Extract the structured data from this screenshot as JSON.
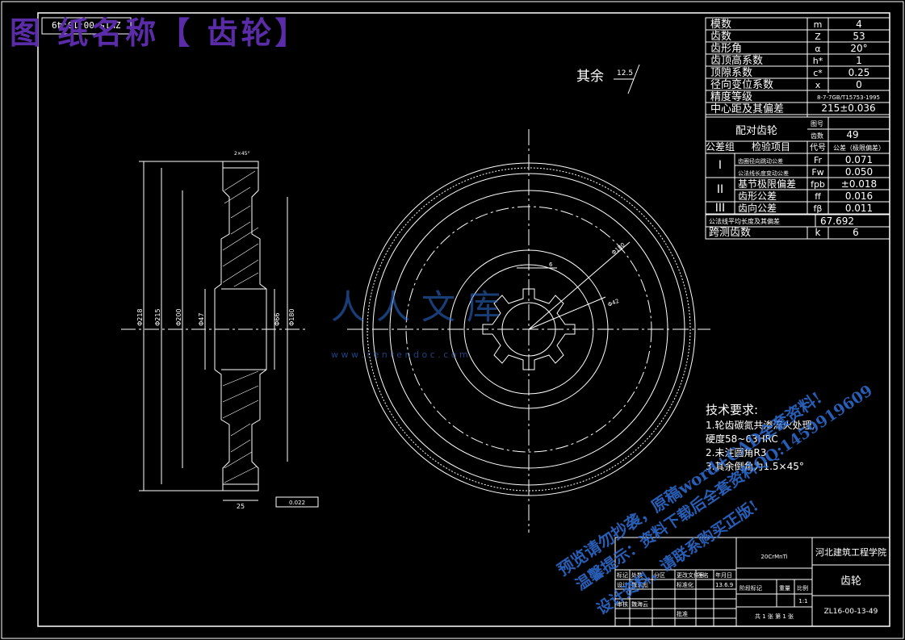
{
  "overlay_title": "图 纸名称【 齿轮】",
  "drawing_number_rotated": "ZL15-00-13-49",
  "roughness_note": {
    "label": "其余",
    "value": "12.5"
  },
  "params": [
    {
      "name": "模数",
      "sym": "m",
      "val": "4"
    },
    {
      "name": "齿数",
      "sym": "Z",
      "val": "53"
    },
    {
      "name": "齿形角",
      "sym": "α",
      "val": "20°"
    },
    {
      "name": "齿顶高系数",
      "sym": "h*",
      "val": "1"
    },
    {
      "name": "顶隙系数",
      "sym": "c*",
      "val": "0.25"
    },
    {
      "name": "径向变位系数",
      "sym": "x",
      "val": "0"
    },
    {
      "name": "精度等级",
      "sym": "",
      "val": "8-7-7GB/T15753-1995"
    },
    {
      "name": "中心距及其偏差",
      "sym": "",
      "val": "215±0.036"
    }
  ],
  "pair": {
    "label": "配对齿轮",
    "r1": "图号",
    "r2": "齿数",
    "r2val": "49"
  },
  "check_header": {
    "group": "公差组",
    "item": "检验项目",
    "code": "代号",
    "tol": "公差（极限偏差）"
  },
  "checks": [
    {
      "grp": "I",
      "name": "齿圈径向跳动公差",
      "sym": "Fr",
      "val": "0.071"
    },
    {
      "grp": "",
      "name": "公法线长度变动公差",
      "sym": "Fw",
      "val": "0.050"
    },
    {
      "grp": "II",
      "name": "基节极限偏差",
      "sym": "fpb",
      "val": "±0.018"
    },
    {
      "grp": "",
      "name": "齿形公差",
      "sym": "ff",
      "val": "0.016"
    },
    {
      "grp": "III",
      "name": "齿向公差",
      "sym": "fβ",
      "val": "0.011"
    }
  ],
  "span_row": {
    "name": "公法线平均长度及其偏差",
    "val": "67.692"
  },
  "cross_teeth": {
    "name": "跨测齿数",
    "sym": "k",
    "val": "6"
  },
  "dims": {
    "d1": "Φ218",
    "d2": "Φ215",
    "d3": "Φ200",
    "d4": "Φ47",
    "d5": "Φ66",
    "d6": "Φ180",
    "width": "25",
    "chamfer": "2×45°",
    "runout": "0.022",
    "front_r1": "Φ180",
    "front_r2": "Φ42",
    "key": "6"
  },
  "tech": {
    "heading": "技术要求:",
    "lines": [
      "1.轮齿碳氮共渗淬火处理,",
      "  硬度58~63HRC",
      "2.未注圆角R3",
      "3.其余倒角为1.5×45°"
    ]
  },
  "title_block": {
    "material": "20CrMnTi",
    "school": "河北建筑工程学院",
    "part": "齿轮",
    "code": "ZL16-00-13-49",
    "scale_label": "比例",
    "scale": "1:1",
    "weight_label": "重量",
    "stage_label": "阶段标记",
    "sheets": "共 1 张  第 1 张",
    "rows": [
      "标记",
      "处数",
      "分区",
      "更改文件号",
      "签名",
      "年月日"
    ],
    "designer": "设计",
    "designer_name": "魏东彪",
    "std": "标准化",
    "date": "13.6.9",
    "audit": "审核",
    "audit_name": "魏海云",
    "approve": "批准"
  },
  "watermark": {
    "logo": "人人文库",
    "url": "w w w . r e n r e n d o c . c o m",
    "line1": "预览请勿抄袭，原稿word+CAD全套资料!",
    "line2": "温馨提示：资料下载后全套资料QQ:1459919609",
    "line3": "设计资料，请联系购买正版!"
  },
  "colors": {
    "line": "#ffffff",
    "title": "#5a2ca8",
    "watermark": "#2f6fd6"
  }
}
